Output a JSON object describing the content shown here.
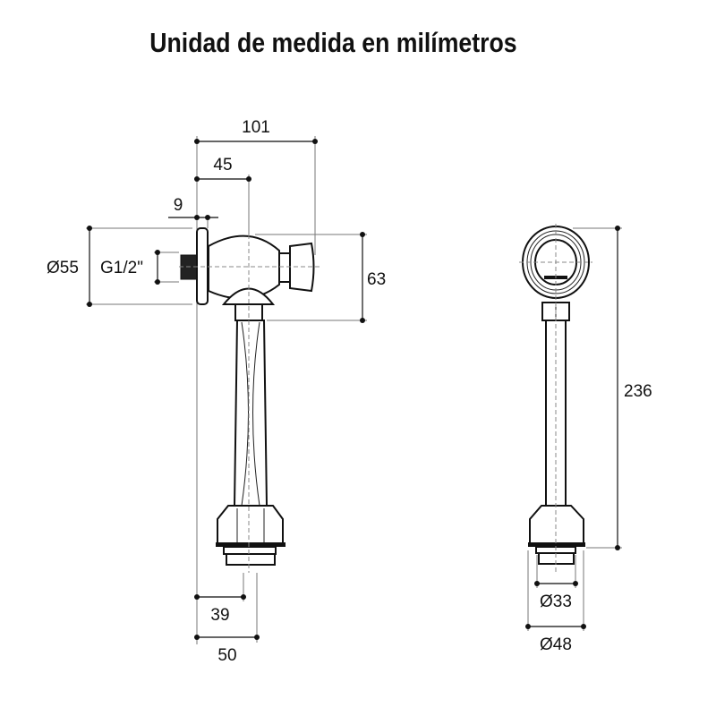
{
  "title": "Unidad de medida en milímetros",
  "side_view": {
    "dim_total_width": "101",
    "dim_axis_offset": "45",
    "dim_plate": "9",
    "dim_plate_diameter": "Ø55",
    "dim_thread": "G1/2\"",
    "dim_height": "63",
    "dim_bottom_axis": "39",
    "dim_bottom_width": "50"
  },
  "front_view": {
    "dim_length": "236",
    "dim_inner_diameter": "Ø33",
    "dim_outer_diameter": "Ø48"
  }
}
